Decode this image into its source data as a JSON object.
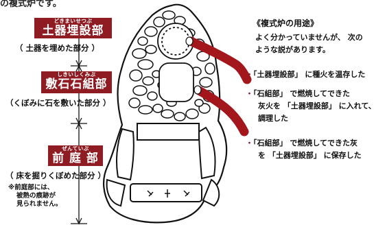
{
  "header": {
    "cut_title": "の複式炉です。"
  },
  "labels": {
    "doki": {
      "ruby": "どきまいせつぶ",
      "title": "土器埋設部",
      "sub": "（ 土器を埋めた部分 ）"
    },
    "shiki": {
      "ruby": "しきいしくみぶ",
      "title": "敷石石組部",
      "sub": "（くぼみに石を敷いた部分 ）"
    },
    "zentei": {
      "ruby": "ぜんていぶ",
      "title": "前 庭 部",
      "sub": "（ 床を掘りくぼめた部分 ）"
    },
    "note": {
      "line1": "※前庭部には、",
      "line2": "被熱の痕跡が",
      "line3": "見られません。"
    }
  },
  "purpose": {
    "heading": "《複式炉の用途》",
    "intro1": "よく分かっていませんが、 次の",
    "intro2": "ような説があります。",
    "items": [
      {
        "bullet": "・",
        "line1": "「土器埋設部」 に種火を温存した"
      },
      {
        "bullet": "・",
        "line1": "「石組部」 で燃焼してできた",
        "line2": "灰火を 「土器埋設部」 に入れて、",
        "line3": "調理した"
      },
      {
        "bullet": "・",
        "line1": "「石組部」 で燃焼してできた灰",
        "line2": "を 「土器埋設部」 に保存した"
      }
    ]
  },
  "colors": {
    "accent": "#8e1c22",
    "arrow": "#a3161b"
  }
}
